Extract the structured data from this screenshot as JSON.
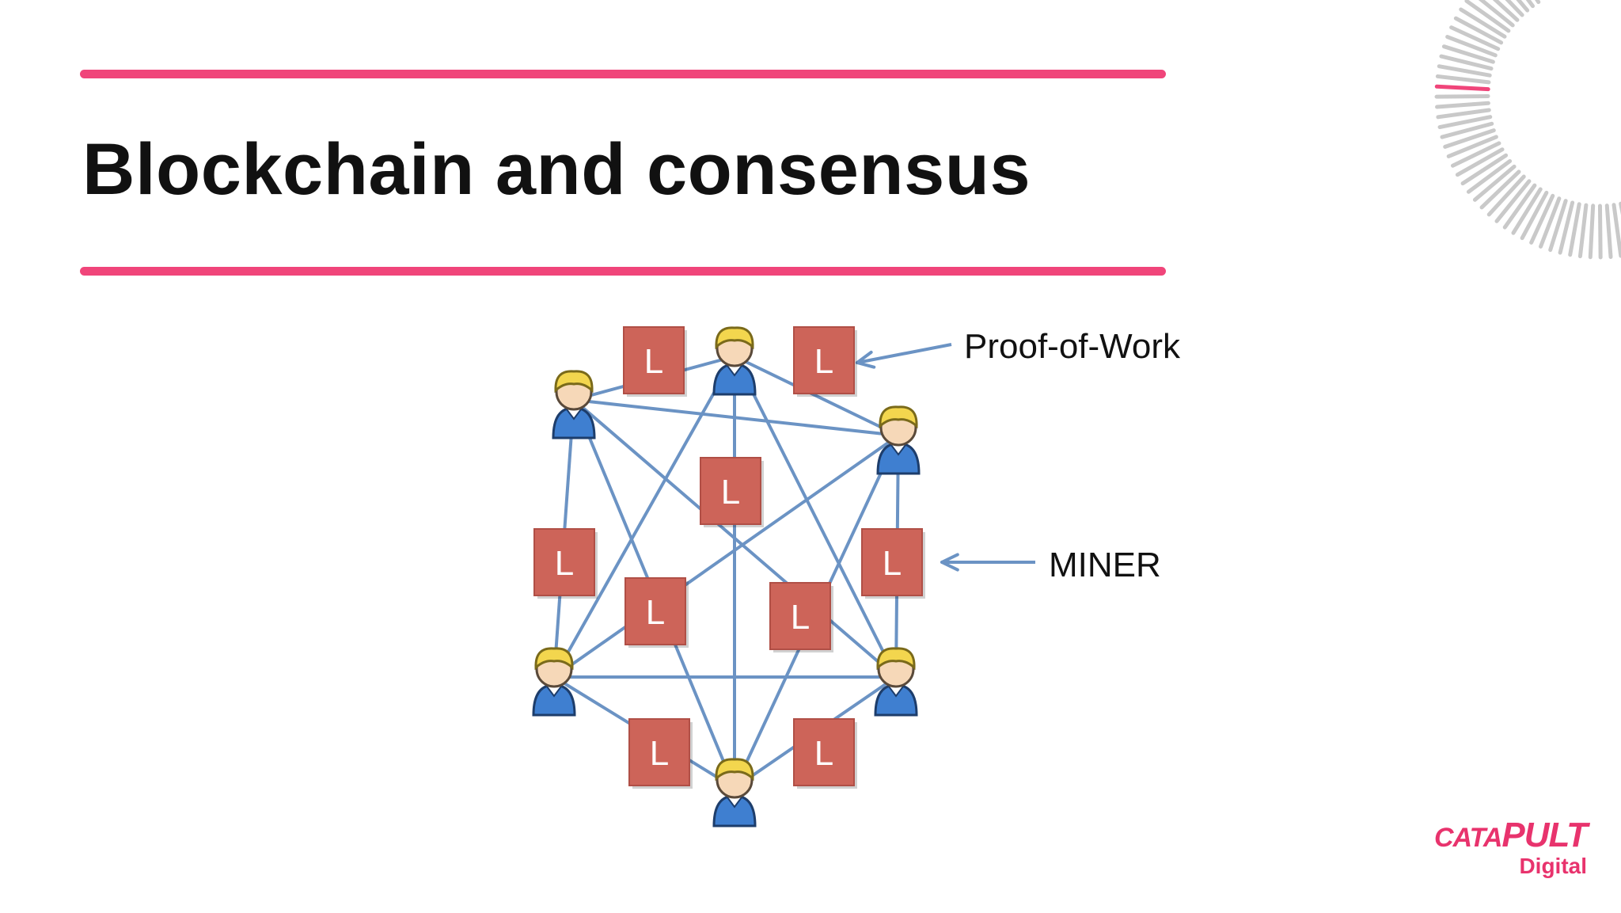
{
  "slide": {
    "title": "Blockchain and consensus",
    "accent_color": "#f0457a"
  },
  "diagram": {
    "ledger_label": "L",
    "ledger_color": "#cd6459",
    "edge_color": "#6b93c4",
    "annotations": {
      "proof_of_work": "Proof-of-Work",
      "miner": "MINER"
    },
    "node_icon": "miner-person-icon"
  },
  "logo": {
    "wordmark_prefix": "CATA",
    "wordmark_suffix": "PULT",
    "sub": "Digital",
    "color": "#e8336d",
    "icon": "sunburst-icon"
  }
}
